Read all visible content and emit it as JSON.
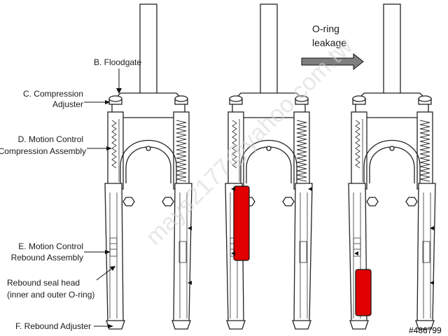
{
  "labels": {
    "floodgate": "B. Floodgate",
    "compression_adjuster_1": "C. Compression",
    "compression_adjuster_2": "Adjuster",
    "compression_assembly_1": "D. Motion Control",
    "compression_assembly_2": "Compression Assembly",
    "rebound_assembly_1": "E. Motion Control",
    "rebound_assembly_2": "Rebound Assembly",
    "seal_head_1": "Rebound seal head",
    "seal_head_2": "(inner and outer O-ring)",
    "rebound_adjuster": "F. Rebound Adjuster"
  },
  "annotation": {
    "line1": "O-ring",
    "line2": "leakage"
  },
  "watermark": "mays2177@yahoo.com.tw",
  "reference_id": "#486799",
  "colors": {
    "oil_highlight": "#e00000",
    "arrow_fill": "#7f7f7f",
    "line": "#222222"
  }
}
